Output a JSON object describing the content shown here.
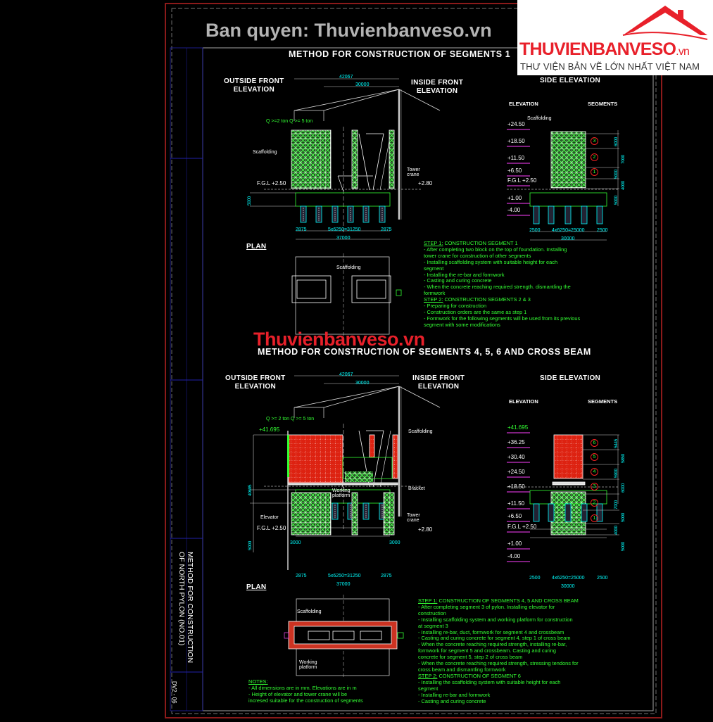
{
  "logo": {
    "brand": "THUVIENBANVESO",
    "tld": ".vn",
    "tagline": "THƯ VIỆN BẢN VẼ LỚN NHẤT VIỆT NAM"
  },
  "watermarks": {
    "red": "Thuvienbanveso.vn",
    "grey": "Ban quyen: Thuvienbanveso.vn"
  },
  "title_block": {
    "drawing_title_1": "METHOD FOR CONSTRUCTION",
    "drawing_title_2": "OF NORTH PYLON (NO.01)",
    "drawing_no": "DV2 - 06"
  },
  "colors": {
    "frame": "#8b1a1a",
    "text_green": "#33ff33",
    "dim_cyan": "#00ffff",
    "scaffold_red": "#e22222",
    "elev_magenta": "#cc33cc"
  },
  "upper": {
    "title": "METHOD FOR CONSTRUCTION OF SEGMENTS 1",
    "outside_front": "OUTSIDE FRONT\nELEVATION",
    "inside_front": "INSIDE FRONT\nELEVATION",
    "side_elevation": "SIDE ELEVATION",
    "elevation_header": "ELEVATION",
    "segments_header": "SEGMENTS",
    "dim_42067": "42067",
    "dim_30000": "30000",
    "q_label": "Q >=2 ton Q >= 5 ton",
    "scaffolding": "Scaffolding",
    "fgl": "F.G.L +2.50",
    "plus_280": "+2.80",
    "tower_crane": "Tower\ncrane",
    "dim_5000": "5000",
    "dims_bottom": [
      "2875",
      "5x6250=31250",
      "2875"
    ],
    "dim_total": "37000",
    "side_levels": [
      "+24.50",
      "+18.50",
      "+11.50",
      "+6.50",
      "F.G.L +2.50",
      "+1.00",
      "-4.00"
    ],
    "side_segments": [
      "3",
      "2",
      "1"
    ],
    "side_vdims": [
      "6000",
      "7000",
      "5000",
      "4000",
      "5000"
    ],
    "side_dims_bottom": [
      "2500",
      "4x6250=25000",
      "2500"
    ],
    "side_dim_total": "30000",
    "plan": "PLAN",
    "plan_scaffolding": "Scaffolding",
    "steps": [
      {
        "head": "STEP 1:",
        "text": " CONSTRUCTION SEGMENT 1"
      },
      {
        "text": "- After completing two block on the top of foundation. Installing"
      },
      {
        "text": "tower crane for construction of other segments"
      },
      {
        "text": "- Installing scaffolding system with suitable height for each"
      },
      {
        "text": "segment"
      },
      {
        "text": "- Installing the re-bar and formwork"
      },
      {
        "text": "- Casting and curing concrete"
      },
      {
        "text": "- When the concrete reaching required strength. dismantling the"
      },
      {
        "text": "formwork"
      },
      {
        "head": "STEP 2:",
        "text": " CONSTRUCTION SEGMENTS 2 & 3"
      },
      {
        "text": "- Preparing for construction"
      },
      {
        "text": "- Construction orders are the same as step 1"
      },
      {
        "text": "- Formwork for the following segments will be used from its previous"
      },
      {
        "text": "segment with some modifications"
      }
    ]
  },
  "lower": {
    "title": "METHOD FOR CONSTRUCTION OF SEGMENTS 4, 5, 6 AND CROSS BEAM",
    "outside_front": "OUTSIDE FRONT\nELEVATION",
    "inside_front": "INSIDE FRONT\nELEVATION",
    "side_elevation": "SIDE ELEVATION",
    "elevation_header": "ELEVATION",
    "segments_header": "SEGMENTS",
    "dim_42067": "42067",
    "dim_30000": "30000",
    "q_label": "Q >= 2 ton Q >= 5 ton",
    "top_level": "+41.695",
    "dim_40695": "40695",
    "scaffolding": "Scaffolding",
    "bracket": "Bracket",
    "working_platform": "Working\nplatform",
    "elevator": "Elevator",
    "fgl": "F.G.L +2.50",
    "plus_280": "+2.80",
    "tower_crane": "Tower\ncrane",
    "dim_5000": "5000",
    "dim_3000_l": "3000",
    "dim_3000_r": "3000",
    "dims_bottom": [
      "2875",
      "5x6250=31250",
      "2875"
    ],
    "dim_total": "37000",
    "side_levels": [
      "+41.695",
      "+36.25",
      "+30.40",
      "+24.50",
      "+18.50",
      "+11.50",
      "+6.50",
      "F.G.L +2.50",
      "+1.00",
      "-4.00"
    ],
    "side_segments": [
      "6",
      "5",
      "4",
      "3",
      "2",
      "1"
    ],
    "side_vdims": [
      "5445",
      "5850",
      "5900",
      "6000",
      "7000",
      "5000",
      "4000",
      "5000"
    ],
    "side_dims_bottom": [
      "2500",
      "4x6250=25000",
      "2500"
    ],
    "side_dim_total": "30000",
    "plan": "PLAN",
    "plan_scaffolding": "Scaffolding",
    "plan_working_platform": "Working\nplatform",
    "steps": [
      {
        "head": "STEP 1:",
        "text": " CONSTRUCTION OF SEGMENTS 4, 5 AND CROSS BEAM"
      },
      {
        "text": "- After completing segment 3 of pylon. Installing elevator for"
      },
      {
        "text": "construction"
      },
      {
        "text": "- Installing scaffolding system and working platform for construction"
      },
      {
        "text": "at segment 3"
      },
      {
        "text": "- Installing re-bar, duct, formwork for segment 4 and crossbeam"
      },
      {
        "text": "- Casting and curing concrete for segment 4, step 1 of cross beam"
      },
      {
        "text": "- When the concrete reaching required strength, installing re-bar,"
      },
      {
        "text": "formwork for segment 5 and crossbeam. Casting and curing"
      },
      {
        "text": "concrete for segment 5, step 2 of cross beam"
      },
      {
        "text": "- When the concrete reaching required strength, stressing tendons for"
      },
      {
        "text": "cross beam and dismantling formwork"
      },
      {
        "head": "STEP 2:",
        "text": " CONSTRUCTION OF SEGMENT 6"
      },
      {
        "text": "- Installing the scaffolding system with suitable height for each"
      },
      {
        "text": "segment"
      },
      {
        "text": "- Installing re-bar and formwork"
      },
      {
        "text": "- Casting and curing concrete"
      }
    ],
    "notes_head": "NOTES:",
    "notes": [
      "- All dimensions are in mm. Elevations are in m",
      "- Height of elevator and tower crane will be",
      "incresed suitable for the construction of segments"
    ]
  }
}
